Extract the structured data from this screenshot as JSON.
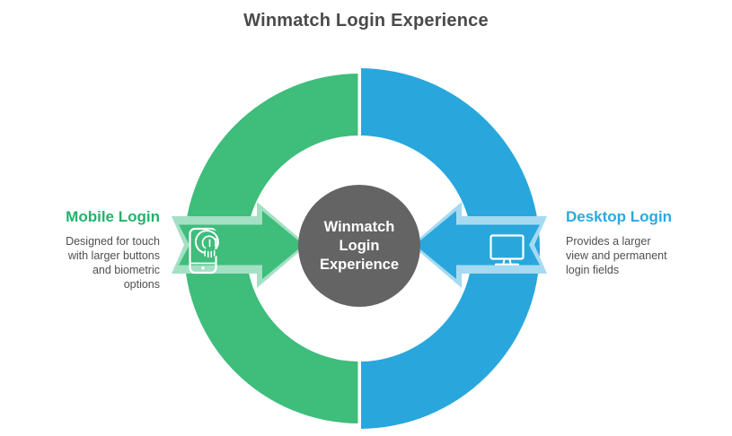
{
  "title": "Winmatch Login Experience",
  "center": {
    "label": "Winmatch\nLogin\nExperience"
  },
  "left": {
    "heading": "Mobile Login",
    "description": "Designed for touch\nwith larger buttons\nand biometric\noptions",
    "icon": "smartphone-fingerprint-icon"
  },
  "right": {
    "heading": "Desktop Login",
    "description": "Provides a larger\nview and permanent\nlogin fields",
    "icon": "desktop-monitor-icon"
  },
  "colors": {
    "green": "#3ebd7b",
    "green_pale": "#a4e0c4",
    "blue": "#29a7dd",
    "blue_pale": "#a6daf1",
    "center_gray": "#646464",
    "title_text": "#4a4a4a",
    "body_text": "#4f4f4f",
    "heading_green": "#22b26c",
    "heading_blue": "#29a9e2",
    "icon_white": "#ffffff"
  }
}
